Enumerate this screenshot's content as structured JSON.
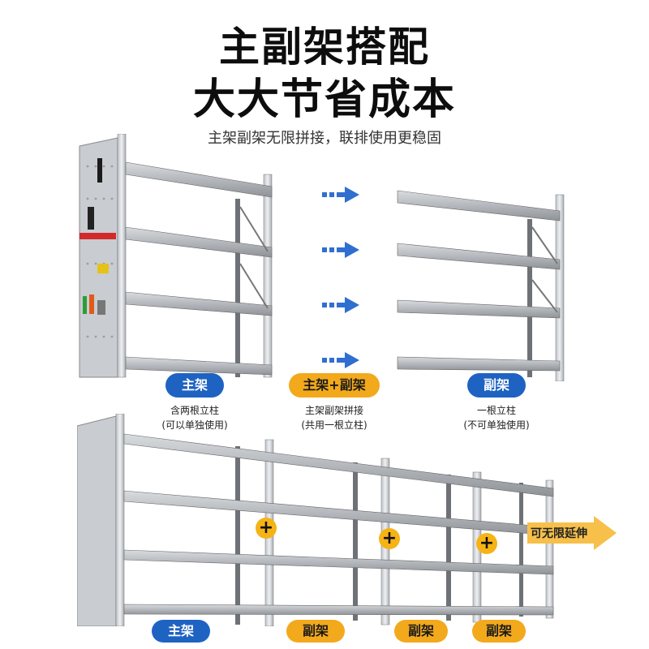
{
  "headline": {
    "line1": "主副架搭配",
    "line2": "大大节省成本",
    "subtitle": "主架副架无限拼接，联排使用更稳固"
  },
  "cards": [
    {
      "label": "主架",
      "note1": "含两根立柱",
      "note2": "(可以单独使用)",
      "color": "#1f63c2"
    },
    {
      "label": "主架+副架",
      "note1": "主架副架拼接",
      "note2": "(共用一根立柱)",
      "color": "#f3a91c"
    },
    {
      "label": "副架",
      "note1": "一根立柱",
      "note2": "(不可单独使用)",
      "color": "#1f63c2"
    }
  ],
  "bottom_labels": [
    {
      "label": "主架",
      "color": "#1f63c2"
    },
    {
      "label": "副架",
      "color": "#f3a91c"
    },
    {
      "label": "副架",
      "color": "#f3a91c"
    },
    {
      "label": "副架",
      "color": "#f3a91c"
    }
  ],
  "plus_symbol": "+",
  "extend": {
    "label": "可无限延伸",
    "color": "#f3a91c"
  },
  "icons": [
    "arrow-right-icon",
    "plus-icon",
    "extend-arrow-icon"
  ],
  "accent": {
    "blue": "#1f63c2",
    "orange": "#f3a91c",
    "arrow": "#2f6fd0"
  }
}
